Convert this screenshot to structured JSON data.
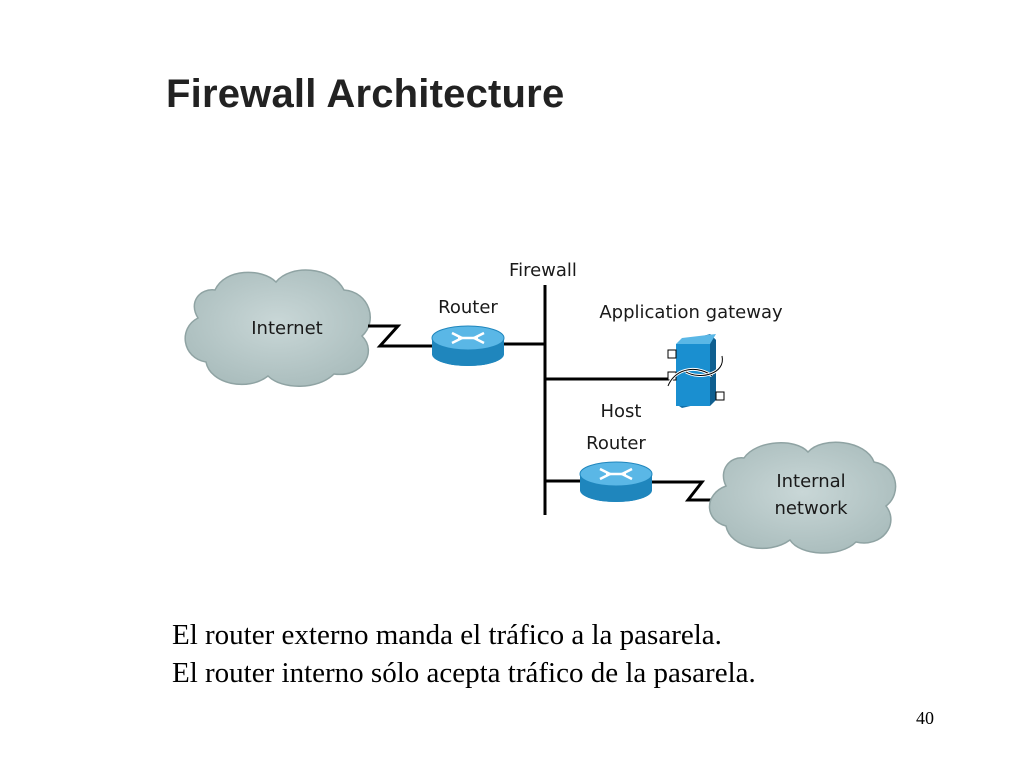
{
  "slide": {
    "title": "Firewall Architecture",
    "caption_lines": [
      "El router externo manda el tráfico a la pasarela.",
      "El router interno sólo acepta tráfico de la pasarela."
    ],
    "page_number": "40"
  },
  "diagram": {
    "internet_label": "Internet",
    "external_router_label": "Router",
    "firewall_label": "Firewall",
    "gateway_label": "Application gateway",
    "host_label": "Host",
    "internal_router_label": "Router",
    "internal_network_label_line1": "Internal",
    "internal_network_label_line2": "network",
    "colors": {
      "cloud_fill": "#b8c8c8",
      "cloud_stroke": "#8fa3a3",
      "router_top": "#5ab7e6",
      "router_side": "#1f86bd",
      "gateway_front": "#1a8fd0",
      "line": "#000000"
    }
  }
}
